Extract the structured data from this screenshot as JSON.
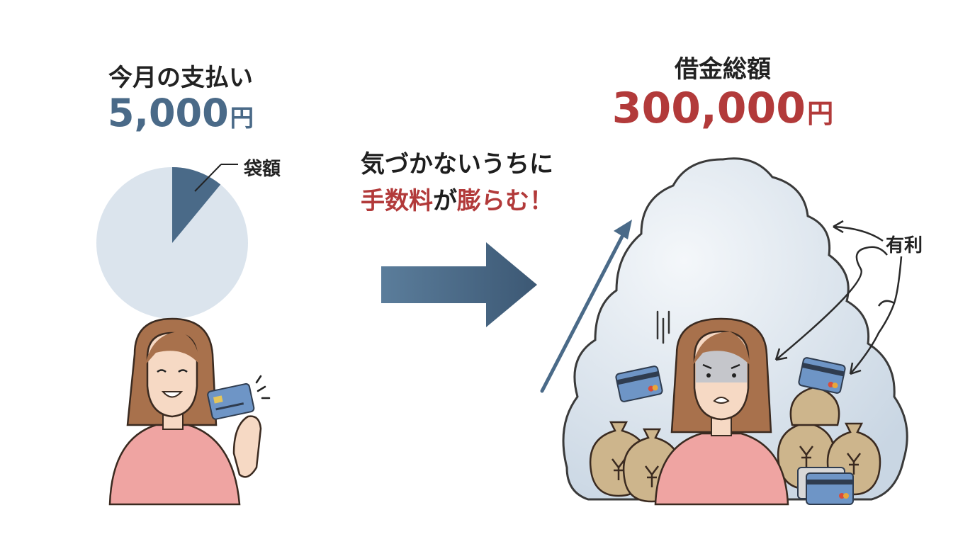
{
  "left": {
    "title": "今月の支払い",
    "amount_value": "5,000",
    "amount_unit": "円",
    "pie_label": "袋額",
    "paid_fraction": 0.11
  },
  "middle": {
    "line1": "気づかないうちに",
    "line2_highlight": "手数料",
    "line2_mid": "が",
    "line2_highlight2": "膨らむ",
    "line2_end": "！"
  },
  "right": {
    "title": "借金総額",
    "amount_value": "300,000",
    "amount_unit": "円",
    "cloud_label": "有利"
  },
  "colors": {
    "navy": "#4a6a88",
    "pie_light": "#dbe4ed",
    "red": "#b23a3a",
    "cloud": "#dfe7ef",
    "skin": "#f6d9c4",
    "hair": "#a8714c",
    "shirt": "#efa4a2",
    "bag": "#cdb58c",
    "card": "#6e95c6"
  },
  "icons": [
    "pie-chart-icon",
    "woman-happy-icon",
    "credit-card-icon",
    "arrow-right-icon",
    "arrow-up-icon",
    "cloud-icon",
    "woman-worried-icon",
    "money-bag-icon",
    "sparkle-icon"
  ]
}
